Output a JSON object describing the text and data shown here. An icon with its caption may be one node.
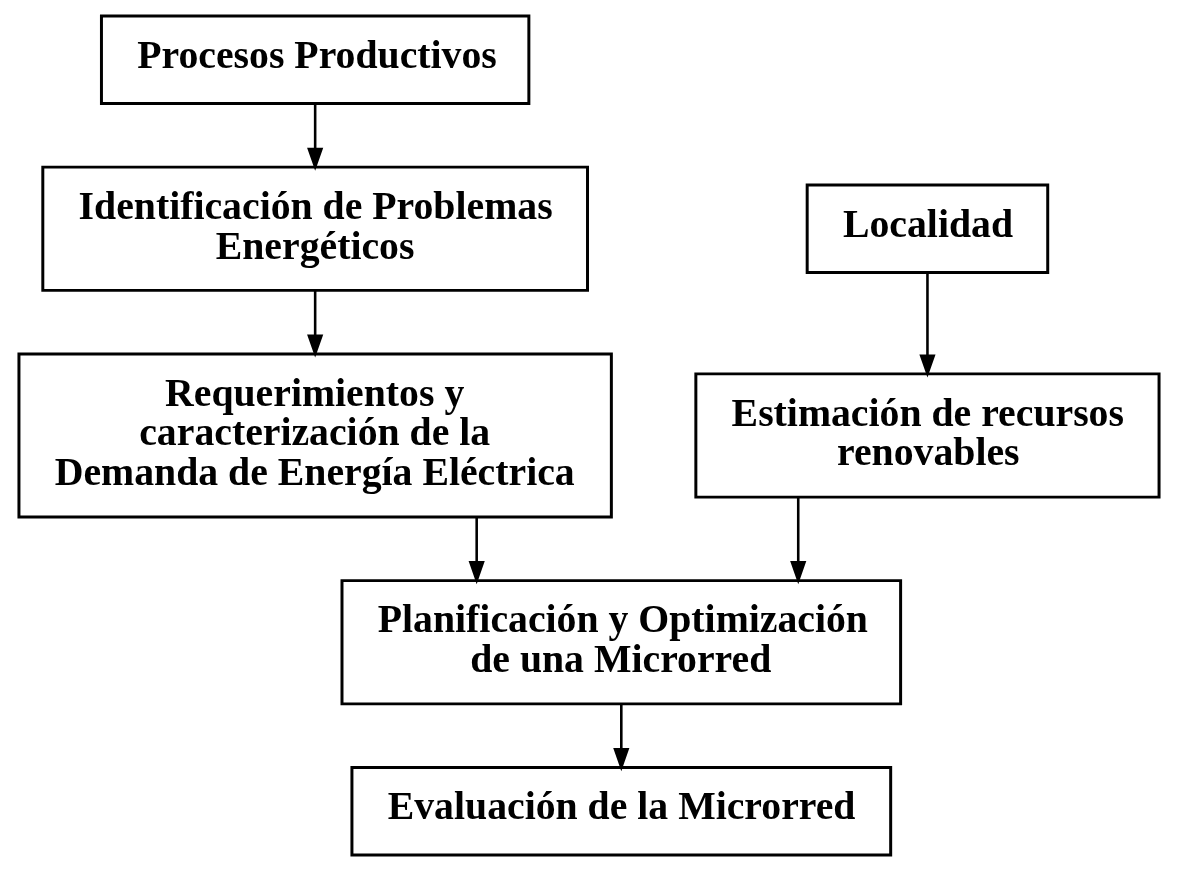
{
  "diagram": {
    "nodes": [
      {
        "text": [
          "Procesos Productivos"
        ]
      },
      {
        "text": [
          "Identificación de Problemas Energéticos"
        ]
      },
      {
        "text": [
          "Localidad"
        ]
      },
      {
        "text": [
          "Estimación de recursos renovables"
        ]
      },
      {
        "text": [
          "Requerimientos y caracterización de la Demanda de Energía Eléctrica"
        ]
      },
      {
        "text": [
          "Planificación y Optimización de una Microrred"
        ]
      },
      {
        "text": [
          "Evaluación de la Microrred"
        ]
      }
    ],
    "edges": [
      {
        "from": 0,
        "to": 1,
        "arrow": "to"
      },
      {
        "from": 2,
        "to": 3,
        "arrow": "to"
      },
      {
        "from": 1,
        "to": 4,
        "arrow": "to"
      },
      {
        "from": 3,
        "to": 5,
        "arrow": "to"
      },
      {
        "from": 4,
        "to": 5,
        "arrow": "to"
      },
      {
        "from": 5,
        "to": 6,
        "arrow": "to"
      }
    ]
  }
}
